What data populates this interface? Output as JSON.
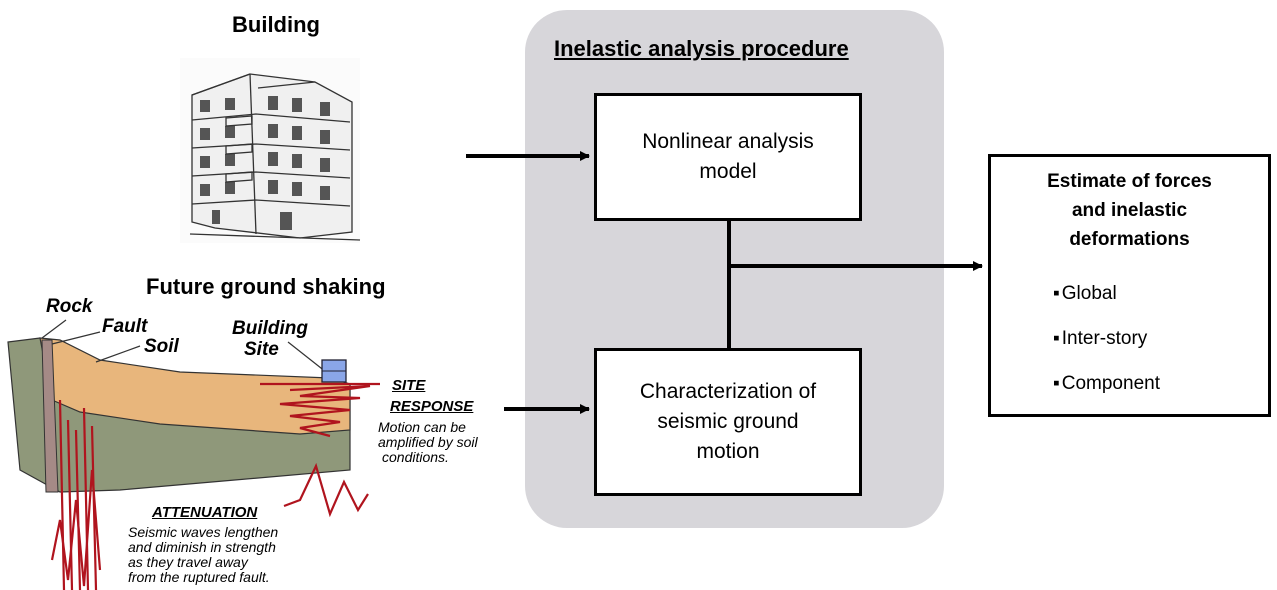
{
  "building": {
    "title": "Building"
  },
  "ground": {
    "title": "Future ground shaking",
    "labels": {
      "rock": "Rock",
      "fault": "Fault",
      "soil": "Soil",
      "building_site_1": "Building",
      "building_site_2": "Site"
    },
    "site_response": {
      "title_1": "SITE",
      "title_2": "RESPONSE",
      "lines": [
        "Motion can be",
        "amplified by soil",
        "conditions."
      ]
    },
    "attenuation": {
      "title": "ATTENUATION",
      "lines": [
        "Seismic waves lengthen",
        "and diminish in strength",
        "as they travel away",
        "from the ruptured fault."
      ]
    }
  },
  "procedure": {
    "title": "Inelastic analysis procedure",
    "box_model": [
      "Nonlinear analysis",
      "model"
    ],
    "box_motion": [
      "Characterization of",
      "seismic ground",
      "motion"
    ]
  },
  "output": {
    "title_lines": [
      "Estimate of forces",
      "and inelastic",
      "deformations"
    ],
    "items": [
      "Global",
      "Inter-story",
      "Component"
    ]
  },
  "colors": {
    "panel_bg": "#d7d6da",
    "soil": "#e8b67c",
    "rock_layer": "#8f987a",
    "fault": "#a58a86",
    "wave": "#b0141e",
    "site_box": "#8aa6e8"
  }
}
